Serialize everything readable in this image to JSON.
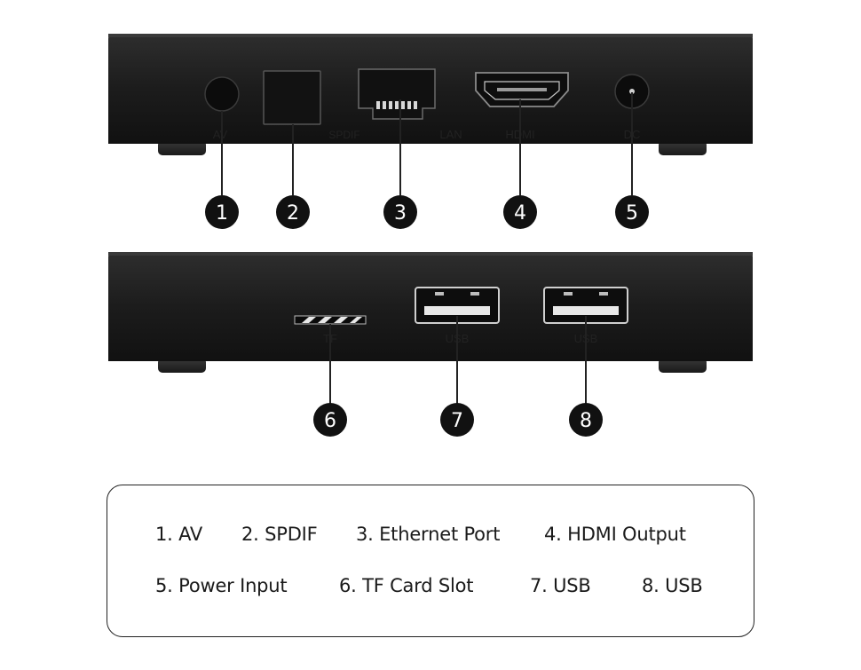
{
  "rear_panel": {
    "port_labels": {
      "av": "AV",
      "spdif": "SPDIF",
      "lan": "LAN",
      "hdmi": "HDMI",
      "dc": "DC"
    },
    "callouts": [
      "1",
      "2",
      "3",
      "4",
      "5"
    ]
  },
  "side_panel": {
    "port_labels": {
      "tf": "TF",
      "usb1": "USB",
      "usb2": "USB"
    },
    "callouts": [
      "6",
      "7",
      "8"
    ]
  },
  "legend": {
    "items": [
      "1. AV",
      "2. SPDIF",
      "3. Ethernet Port",
      "4. HDMI Output",
      "5. Power Input",
      "6. TF Card Slot",
      "7. USB",
      "8. USB"
    ]
  }
}
